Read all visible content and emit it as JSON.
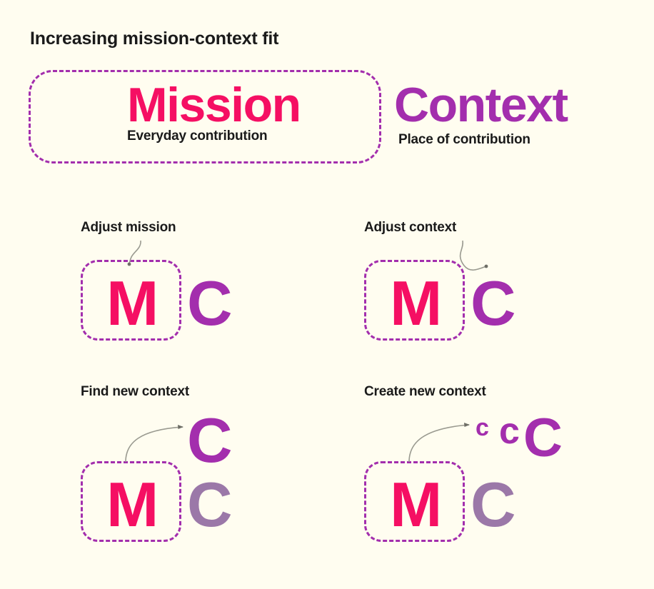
{
  "page": {
    "title": "Increasing mission-context fit",
    "background_color": "#FFFDF0"
  },
  "colors": {
    "mission_pink": "#F50F63",
    "context_purple": "#A32EAD",
    "context_purple_dim": "#9B78A8",
    "text_dark": "#1A1A1A",
    "leader_gray": "#9A9A90",
    "dashed_border": "#A32EAD"
  },
  "hero": {
    "mission": {
      "word": "Mission",
      "subtitle": "Everyday contribution",
      "boxed": true
    },
    "context": {
      "word": "Context",
      "subtitle": "Place of contribution",
      "boxed": false
    }
  },
  "quadrants": [
    {
      "id": "adjust-mission",
      "label": "Adjust mission",
      "boxed_letter": "M",
      "outside_letter": "C",
      "outside_letter_state": "normal",
      "leader_target": "boxed-mission"
    },
    {
      "id": "adjust-context",
      "label": "Adjust context",
      "boxed_letter": "M",
      "outside_letter": "C",
      "outside_letter_state": "normal",
      "leader_target": "outside-context"
    },
    {
      "id": "find-new-context",
      "label": "Find new context",
      "boxed_letter": "M",
      "outside_letter": "C",
      "outside_letter_state": "dim",
      "new_letter": "C",
      "leader_target": "new-context"
    },
    {
      "id": "create-new-context",
      "label": "Create new context",
      "boxed_letter": "M",
      "outside_letter": "C",
      "outside_letter_state": "dim",
      "growth_letters": [
        "c",
        "c",
        "C"
      ],
      "leader_target": "growing-context"
    }
  ]
}
